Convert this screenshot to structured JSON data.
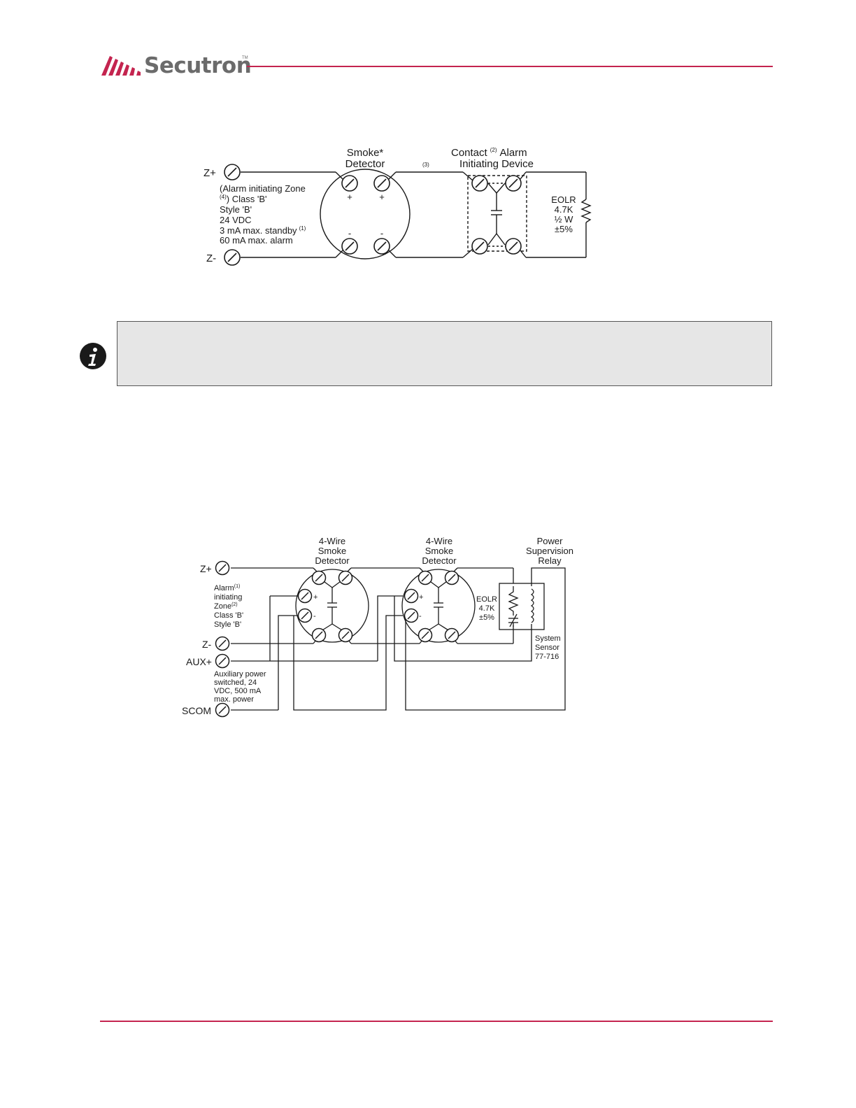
{
  "brand": {
    "name": "Secutron",
    "trademark": "TM",
    "accent": "#c4244f"
  },
  "figure1": {
    "zplus": "Z+",
    "zminus": "Z-",
    "smoke_title_1": "Smoke*",
    "smoke_title_2": "Detector",
    "ref3": "(3)",
    "contact_title_1a": "Contact",
    "contact_sup": "(2)",
    "contact_title_1b": "Alarm",
    "contact_title_2": "Initiating Device",
    "zone_line1": "(Alarm initiating Zone",
    "zone_line2_sup": "(4)",
    "zone_line2": ") Class 'B'",
    "zone_line3": "Style 'B'",
    "zone_line4": "24 VDC",
    "zone_line5": "3 mA max. standby",
    "zone_line5_sup": "(1)",
    "zone_line6": "60 mA max. alarm",
    "plus": "+",
    "minus": "-",
    "eolr_1": "EOLR",
    "eolr_2": "4.7K",
    "eolr_3": "½ W",
    "eolr_4": "±5%"
  },
  "figure2": {
    "zplus": "Z+",
    "zminus": "Z-",
    "auxplus": "AUX+",
    "scom": "SCOM",
    "det1_1": "4-Wire",
    "det1_2": "Smoke",
    "det1_3": "Detector",
    "det2_1": "4-Wire",
    "det2_2": "Smoke",
    "det2_3": "Detector",
    "relay_1": "Power",
    "relay_2": "Supervision",
    "relay_3": "Relay",
    "zone_1": "Alarm",
    "zone_1_sup": "(1)",
    "zone_2": "initiating",
    "zone_3": "Zone",
    "zone_3_sup": "(2)",
    "zone_4": "Class 'B'",
    "zone_5": "Style 'B'",
    "aux_1": "Auxiliary power",
    "aux_2": "switched, 24",
    "aux_3": "VDC, 500 mA",
    "aux_4": "max. power",
    "eolr_1": "EOLR",
    "eolr_2": "4.7K",
    "eolr_3": "±5%",
    "sensor_1": "System",
    "sensor_2": "Sensor",
    "sensor_3": "77-716",
    "plus": "+",
    "minus": "-"
  },
  "icons": {
    "note": "info-icon",
    "terminal": "screw-terminal-icon",
    "resistor": "resistor-icon",
    "coil": "relay-coil-icon"
  }
}
